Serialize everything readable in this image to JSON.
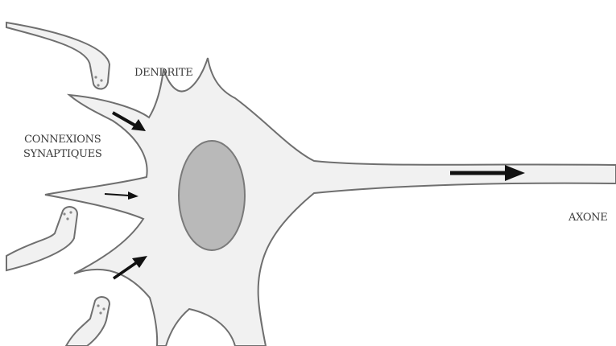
{
  "labels": {
    "dendrite": "DENDRITE",
    "connexions_line1": "CONNEXIONS",
    "connexions_line2": "SYNAPTIQUES",
    "axone": "AXONE"
  },
  "colors": {
    "cell_fill": "#f1f1f1",
    "outline": "#6f6f6f",
    "nucleus_fill": "#b9b9b9",
    "arrow": "#111111"
  }
}
